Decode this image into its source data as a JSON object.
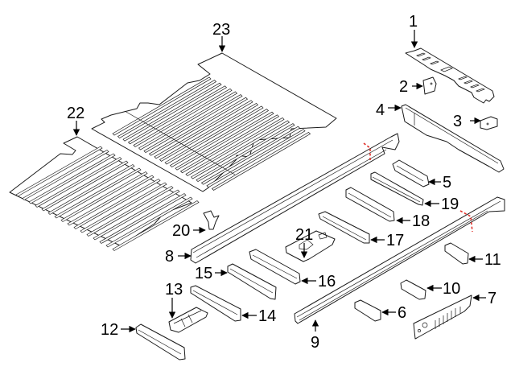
{
  "diagram": {
    "title": "Floor pan and crossmember exploded parts diagram",
    "cut_marker_color": "#e0302a",
    "line_color": "#1a1a1a",
    "parts": [
      {
        "number": "1",
        "description": "upper rear crossmember panel"
      },
      {
        "number": "2",
        "description": "small bracket"
      },
      {
        "number": "3",
        "description": "small bracket"
      },
      {
        "number": "4",
        "description": "long rail"
      },
      {
        "number": "5",
        "description": "crossmember"
      },
      {
        "number": "6",
        "description": "short crossmember"
      },
      {
        "number": "7",
        "description": "panel with holes"
      },
      {
        "number": "8",
        "description": "left side rail"
      },
      {
        "number": "9",
        "description": "right side rail"
      },
      {
        "number": "10",
        "description": "short crossmember"
      },
      {
        "number": "11",
        "description": "short crossmember"
      },
      {
        "number": "12",
        "description": "crossmember"
      },
      {
        "number": "13",
        "description": "bracket assembly"
      },
      {
        "number": "14",
        "description": "crossmember"
      },
      {
        "number": "15",
        "description": "crossmember"
      },
      {
        "number": "16",
        "description": "crossmember"
      },
      {
        "number": "17",
        "description": "crossmember"
      },
      {
        "number": "18",
        "description": "crossmember"
      },
      {
        "number": "19",
        "description": "crossmember"
      },
      {
        "number": "20",
        "description": "small bracket"
      },
      {
        "number": "21",
        "description": "plate"
      },
      {
        "number": "22",
        "description": "front floor pan"
      },
      {
        "number": "23",
        "description": "rear floor pan"
      }
    ]
  }
}
